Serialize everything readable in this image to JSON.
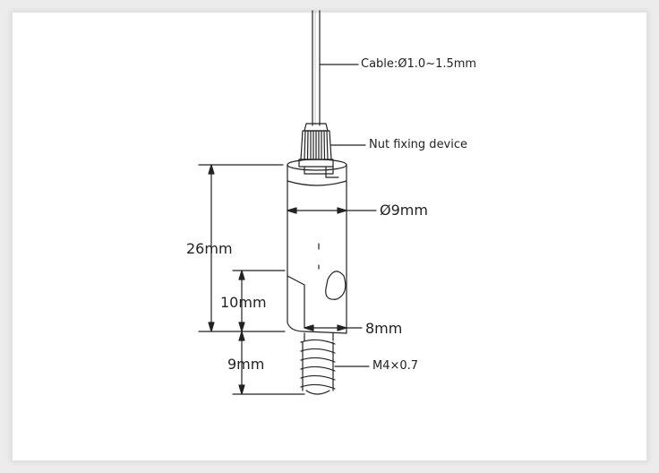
{
  "diagram": {
    "labels": {
      "cable": "Cable:Ø1.0~1.5mm",
      "nut": "Nut fixing device",
      "diameter": "Ø9mm",
      "total_length": "26mm",
      "lower_length": "10mm",
      "flat_width": "8mm",
      "thread_length": "9mm",
      "thread_spec": "M4×0.7"
    }
  }
}
